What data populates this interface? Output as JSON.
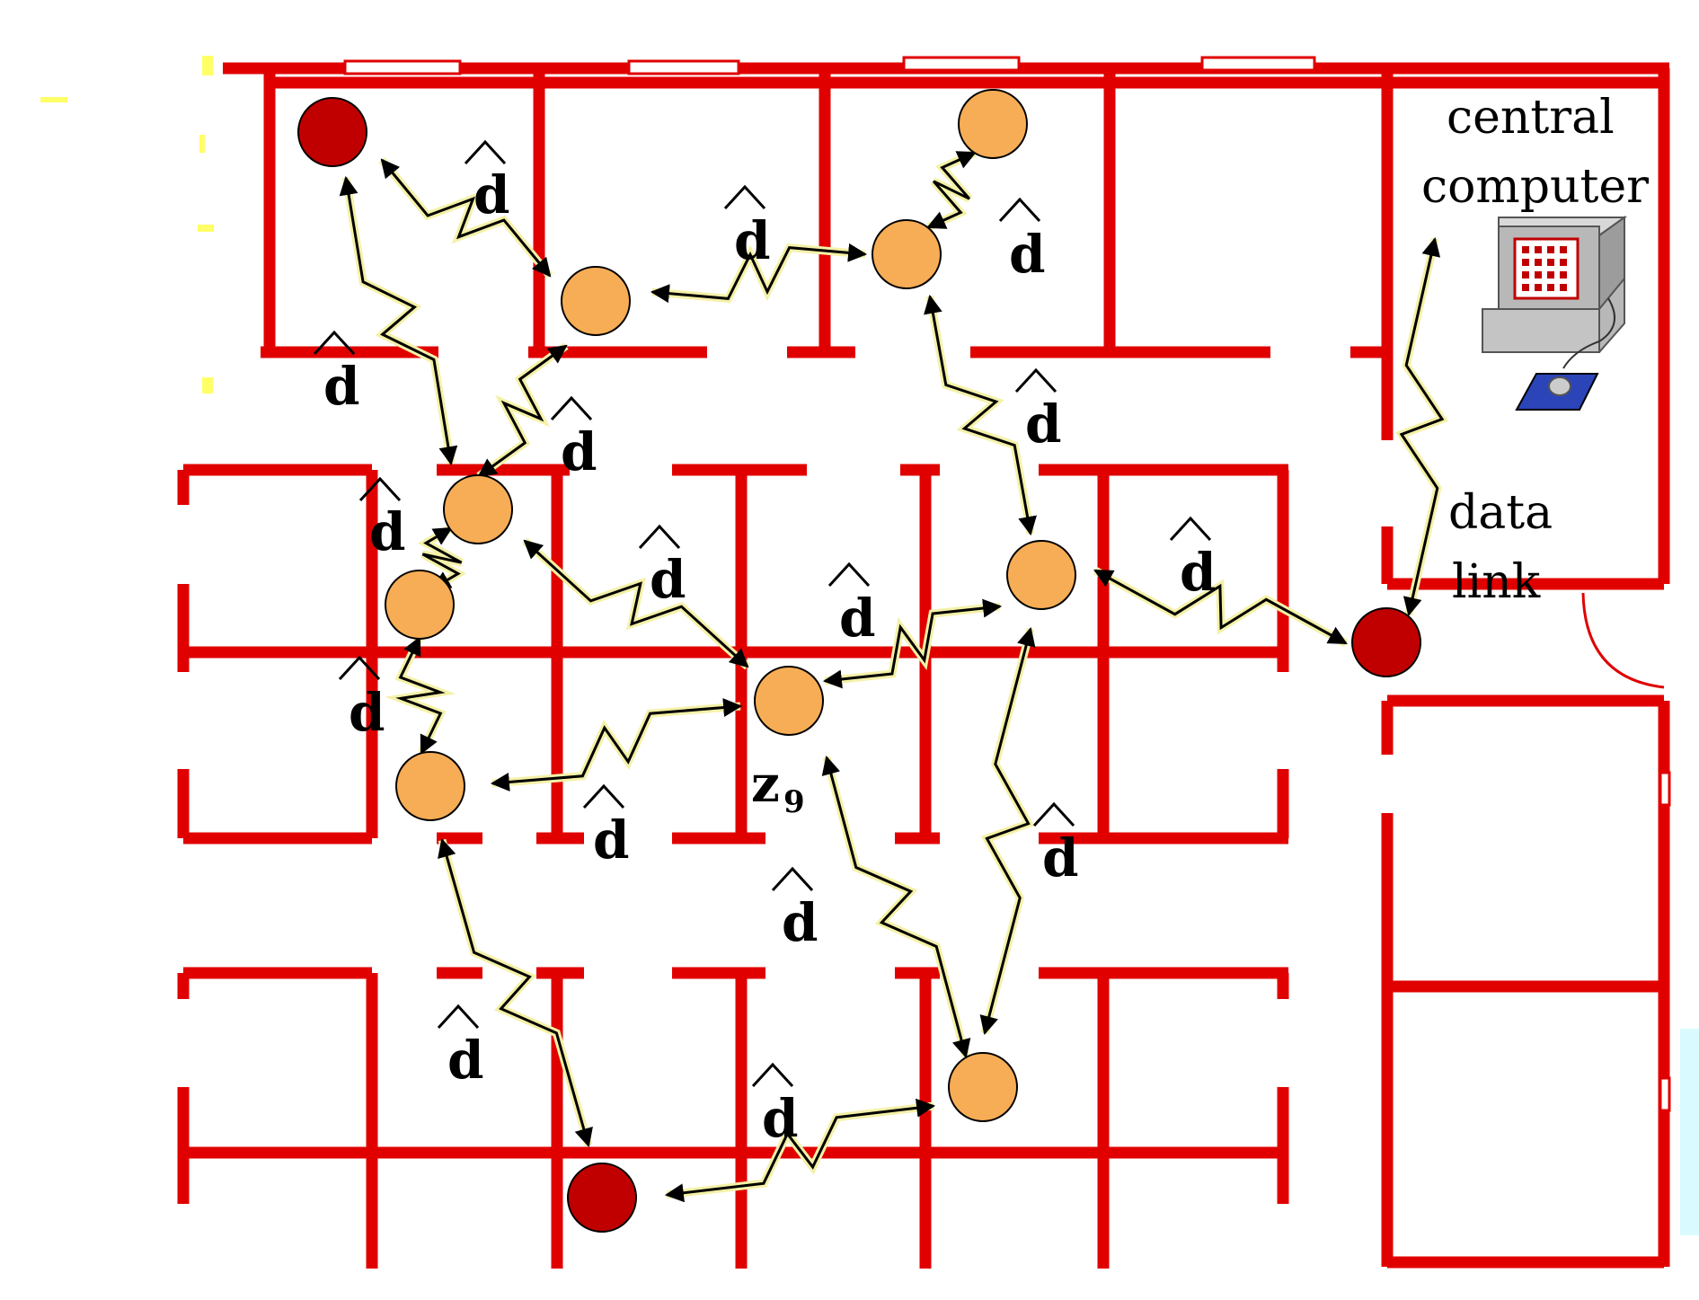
{
  "labels": {
    "central_computer_line1": "central",
    "central_computer_line2": "computer",
    "data_link_line1": "data",
    "data_link_line2": "link",
    "z_base": "z",
    "z_sub": "9",
    "d": "d"
  },
  "colors": {
    "wall": "#e00000",
    "sensor_node": "#f7ad55",
    "gateway_node": "#c00000",
    "link_fill": "#f4f1a8",
    "computer_body": "#b8b8b8",
    "mousepad": "#2b45b8",
    "stray_cyan": "#d9fbff"
  },
  "icons": [
    "computer-icon",
    "sensor-node",
    "gateway-node",
    "wireless-link-arrow",
    "estimate-hat"
  ]
}
